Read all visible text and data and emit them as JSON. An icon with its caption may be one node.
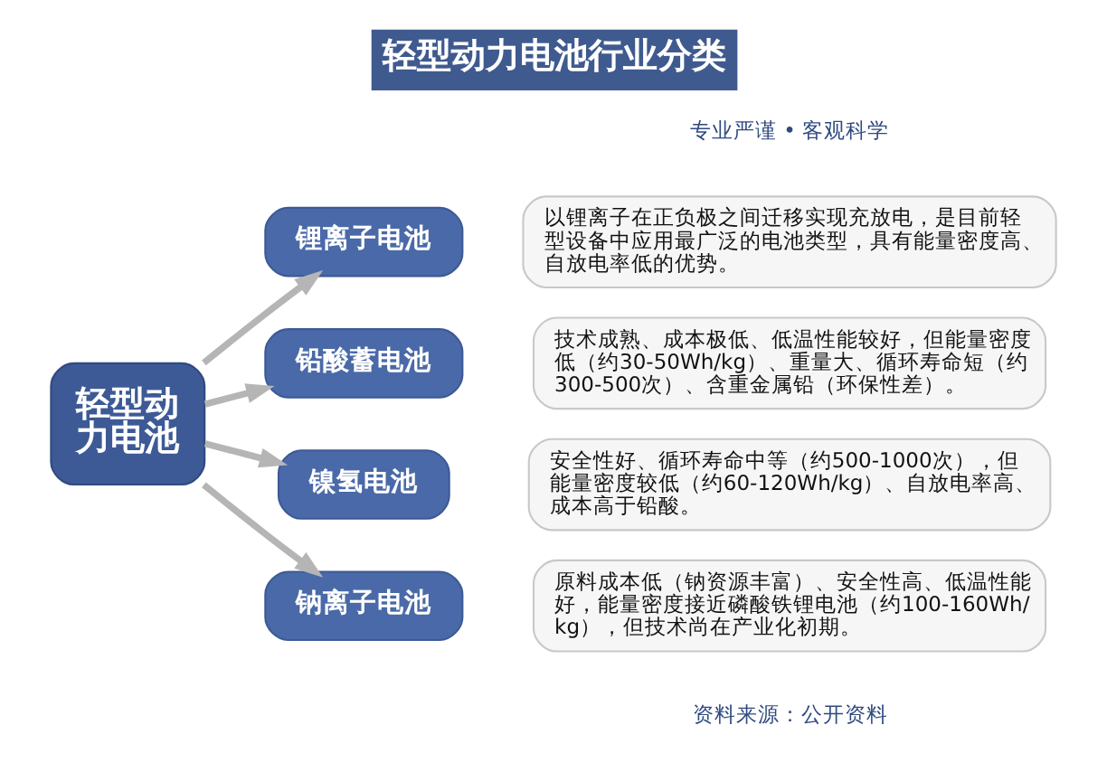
{
  "diagram": {
    "title": "轻型动力电池行业分类",
    "nodes": [
      {
        "text": [
          "轻型动力电池"
        ]
      },
      {
        "text": [
          "锂离子电池"
        ]
      },
      {
        "text": [
          "以锂离子在正负极之间迁移实现充放电，是目前轻型设备中应用最广泛的电池类型，具有能量密度高、自放电率低的优势。"
        ]
      },
      {
        "text": [
          "铅酸蓄电池"
        ]
      },
      {
        "text": [
          "技术成熟、成本极低、低温性能较好，但能量密度低（约30-50Wh/kg）、重量大、循环寿命短（约300-500次）、含重金属铅（环保性差）。"
        ]
      },
      {
        "text": [
          "镍氢电池"
        ]
      },
      {
        "text": [
          "安全性好、循环寿命中等（约500-1000次），但能量密度较低（约60-120Wh/kg）、自放电率高、成本高于铅酸。"
        ]
      },
      {
        "text": [
          "钠离子电池"
        ]
      },
      {
        "text": [
          "原料成本低（钠资源丰富）、安全性高、低温性能好，能量密度接近磷酸铁锂电池（约100-160Wh/kg），但技术尚在产业化初期。"
        ]
      }
    ],
    "edges": [
      {
        "from": 0,
        "to": 1,
        "arrow": "to"
      },
      {
        "from": 0,
        "to": 3,
        "arrow": "to"
      },
      {
        "from": 0,
        "to": 5,
        "arrow": "to"
      },
      {
        "from": 0,
        "to": 7,
        "arrow": "to"
      }
    ],
    "labels": [
      "专业严谨 • 客观科学",
      "资料来源：公开资料"
    ]
  }
}
